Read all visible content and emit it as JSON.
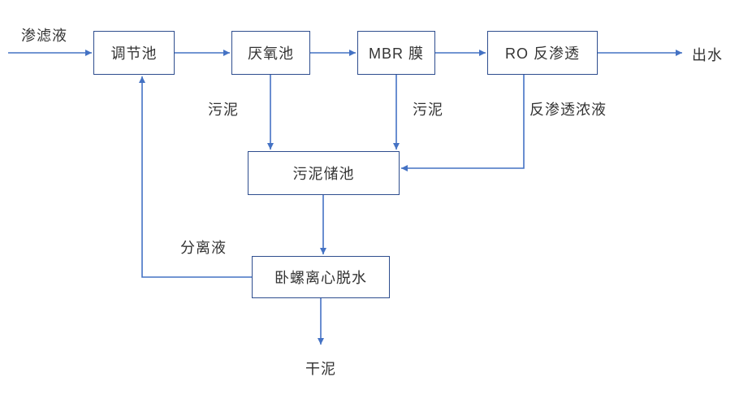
{
  "diagram": {
    "type": "flowchart",
    "nodes": [
      {
        "id": "adjustment-tank",
        "label": "调节池"
      },
      {
        "id": "anaerobic-tank",
        "label": "厌氧池"
      },
      {
        "id": "mbr-membrane",
        "label": "MBR 膜"
      },
      {
        "id": "ro-reverse-osmosis",
        "label": "RO 反渗透"
      },
      {
        "id": "sludge-storage-tank",
        "label": "污泥储池"
      },
      {
        "id": "decanter-centrifuge",
        "label": "卧螺离心脱水"
      }
    ],
    "terminals": {
      "inflow": "渗滤液",
      "outflow": "出水",
      "dry_sludge": "干泥"
    },
    "flow_labels": {
      "anaerobic_sludge": "污泥",
      "mbr_sludge": "污泥",
      "ro_concentrate": "反渗透浓液",
      "separated_liquid": "分离液"
    },
    "connections": [
      "渗滤液 → 调节池",
      "调节池 → 厌氧池",
      "厌氧池 → MBR 膜",
      "MBR 膜 → RO 反渗透",
      "RO 反渗透 → 出水",
      "厌氧池 → 污泥储池 (污泥)",
      "MBR 膜 → 污泥储池 (污泥)",
      "RO 反渗透 → 污泥储池 (反渗透浓液)",
      "污泥储池 → 卧螺离心脱水",
      "卧螺离心脱水 → 干泥",
      "卧螺离心脱水 → 调节池 (分离液)"
    ],
    "colors": {
      "box_border": "#2e4d8e",
      "arrow": "#4472c4",
      "text": "#333333"
    }
  }
}
